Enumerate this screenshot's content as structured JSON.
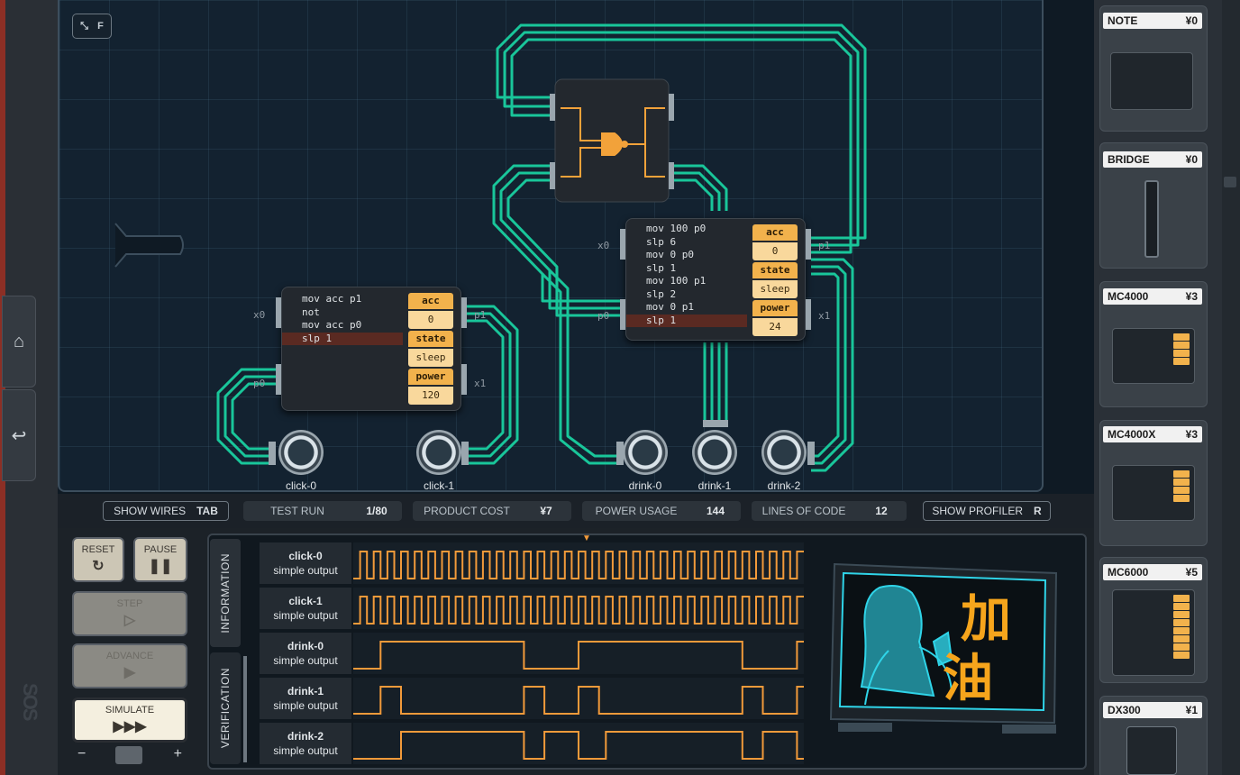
{
  "board": {
    "fullscreen_key": "F",
    "controllers": [
      {
        "id": "mc-left",
        "code": [
          "mov acc p1",
          "not",
          "mov acc p0",
          "slp 1"
        ],
        "active_line": 3,
        "ports": {
          "left_top": "x0",
          "left_bottom": "p0",
          "right_top": "p1",
          "right_bottom": "x1"
        },
        "registers": [
          {
            "label": "acc",
            "value": "0"
          },
          {
            "label": "state",
            "value": "sleep"
          },
          {
            "label": "power",
            "value": "120"
          }
        ]
      },
      {
        "id": "mc-right",
        "code": [
          "mov 100 p0",
          "slp 6",
          "mov 0 p0",
          "slp 1",
          "mov 100 p1",
          "slp 2",
          "mov 0 p1",
          "slp 1"
        ],
        "active_line": 7,
        "ports": {
          "left_top": "x0",
          "left_bottom": "p0",
          "right_top": "p1",
          "right_bottom": "x1"
        },
        "registers": [
          {
            "label": "acc",
            "value": "0"
          },
          {
            "label": "state",
            "value": "sleep"
          },
          {
            "label": "power",
            "value": "24"
          }
        ]
      }
    ],
    "outputs": [
      "click-0",
      "click-1",
      "drink-0",
      "drink-1",
      "drink-2"
    ]
  },
  "stats": {
    "show_wires": {
      "label": "SHOW WIRES",
      "key": "TAB"
    },
    "test_run": {
      "label": "TEST RUN",
      "value": "1/80"
    },
    "product_cost": {
      "label": "PRODUCT COST",
      "value": "¥7"
    },
    "power_usage": {
      "label": "POWER USAGE",
      "value": "144"
    },
    "lines_of_code": {
      "label": "LINES OF CODE",
      "value": "12"
    },
    "show_profiler": {
      "label": "SHOW PROFILER",
      "key": "R"
    }
  },
  "controls": {
    "reset": "RESET",
    "pause": "PAUSE",
    "step": "STEP",
    "advance": "ADVANCE",
    "simulate": "SIMULATE",
    "simulate_icon": "▶▶▶",
    "speed_minus": "−",
    "speed_plus": "+"
  },
  "tabs": {
    "information": "INFORMATION",
    "verification": "VERIFICATION"
  },
  "signals": [
    {
      "name": "click-0",
      "type": "simple output",
      "levels": [
        0,
        1,
        0,
        1,
        0,
        1,
        0,
        1,
        0,
        1,
        0,
        1,
        0,
        1,
        0,
        1,
        0,
        1,
        0,
        1,
        0,
        1,
        0,
        1,
        0,
        1,
        0,
        1,
        0,
        1,
        0,
        1,
        0,
        1,
        0,
        1,
        0,
        1,
        0,
        1,
        0,
        1,
        0,
        1,
        0,
        1,
        0,
        1,
        0,
        1,
        0,
        1,
        0,
        1,
        0,
        1,
        0,
        1,
        0,
        1,
        0,
        1,
        0,
        1,
        0,
        1
      ]
    },
    {
      "name": "click-1",
      "type": "simple output",
      "levels": [
        0,
        1,
        0,
        1,
        0,
        1,
        0,
        1,
        0,
        1,
        0,
        1,
        0,
        1,
        0,
        1,
        0,
        1,
        0,
        1,
        0,
        1,
        0,
        1,
        0,
        1,
        0,
        1,
        0,
        1,
        0,
        1,
        0,
        1,
        0,
        1,
        0,
        1,
        0,
        1,
        0,
        1,
        0,
        1,
        0,
        1,
        0,
        1,
        0,
        1,
        0,
        1,
        0,
        1,
        0,
        1,
        0,
        1,
        0,
        1,
        0,
        1,
        0,
        1,
        0,
        1
      ]
    },
    {
      "name": "drink-0",
      "type": "simple output",
      "levels": [
        0,
        0,
        0,
        0,
        1,
        1,
        1,
        1,
        1,
        1,
        1,
        1,
        1,
        1,
        1,
        1,
        1,
        1,
        1,
        1,
        1,
        1,
        1,
        1,
        1,
        0,
        0,
        0,
        0,
        0,
        0,
        0,
        0,
        1,
        1,
        1,
        1,
        1,
        1,
        1,
        1,
        1,
        1,
        1,
        1,
        1,
        1,
        1,
        1,
        1,
        1,
        1,
        1,
        1,
        1,
        1,
        1,
        0,
        0,
        0,
        0,
        0,
        0,
        0,
        0,
        1
      ]
    },
    {
      "name": "drink-1",
      "type": "simple output",
      "levels": [
        0,
        0,
        0,
        0,
        1,
        1,
        1,
        0,
        0,
        0,
        0,
        0,
        0,
        0,
        0,
        0,
        0,
        0,
        0,
        0,
        0,
        0,
        0,
        0,
        0,
        1,
        1,
        1,
        0,
        0,
        0,
        0,
        0,
        1,
        1,
        1,
        0,
        0,
        0,
        0,
        0,
        0,
        0,
        0,
        0,
        0,
        0,
        0,
        0,
        0,
        0,
        0,
        0,
        0,
        0,
        0,
        0,
        1,
        1,
        1,
        0,
        0,
        0,
        0,
        0,
        1
      ]
    },
    {
      "name": "drink-2",
      "type": "simple output",
      "levels": [
        0,
        0,
        0,
        0,
        0,
        0,
        0,
        1,
        1,
        1,
        1,
        1,
        1,
        1,
        1,
        1,
        1,
        1,
        1,
        1,
        1,
        1,
        1,
        1,
        1,
        0,
        0,
        0,
        1,
        1,
        1,
        1,
        1,
        0,
        0,
        0,
        0,
        1,
        1,
        1,
        1,
        1,
        1,
        1,
        1,
        1,
        1,
        1,
        1,
        1,
        1,
        1,
        1,
        1,
        1,
        1,
        1,
        0,
        0,
        0,
        1,
        1,
        1,
        1,
        1,
        0
      ]
    }
  ],
  "monitor_text": [
    "加",
    "油"
  ],
  "palette": [
    {
      "name": "NOTE",
      "cost": "¥0"
    },
    {
      "name": "BRIDGE",
      "cost": "¥0"
    },
    {
      "name": "MC4000",
      "cost": "¥3"
    },
    {
      "name": "MC4000X",
      "cost": "¥3"
    },
    {
      "name": "MC6000",
      "cost": "¥5"
    },
    {
      "name": "DX300",
      "cost": "¥1"
    }
  ],
  "colors": {
    "wire": "#19c69a",
    "register": "#f2b24c",
    "trace": "#f29a3a",
    "monitor": "#2fd4e8",
    "monitor_text": "#f6a51c"
  }
}
